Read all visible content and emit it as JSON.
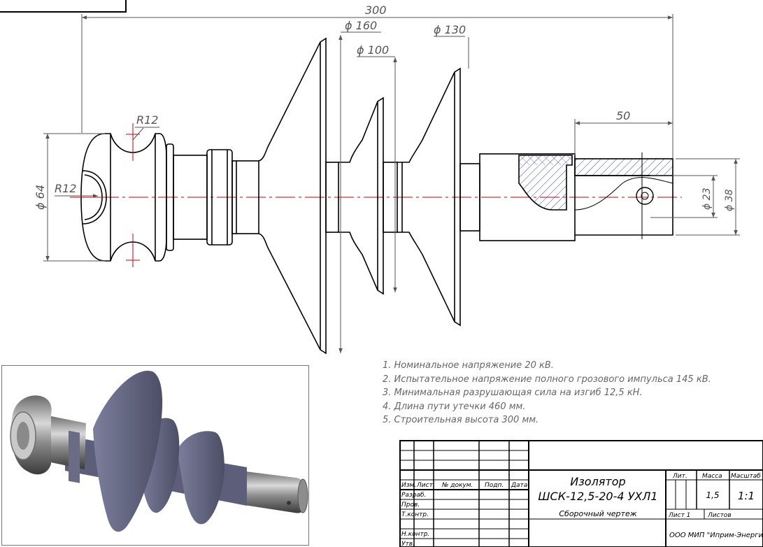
{
  "dimensions": {
    "total_length": "300",
    "d160": "ϕ 160",
    "d130": "ϕ 130",
    "d100": "ϕ 100",
    "r12_top": "R12",
    "r12_left": "R12",
    "d64": "ϕ 64",
    "len50": "50",
    "d23": "ϕ 23",
    "d38": "ϕ 38"
  },
  "notes": [
    "1. Номинальное напряжение 20 кВ.",
    "2. Испытательное напряжение полного грозового импульса 145 кВ.",
    "3. Минимальная разрушающая сила на изгиб 12,5 кН.",
    "4. Длина пути утечки 460 мм.",
    "5. Строительная высота 300 мм."
  ],
  "title_block": {
    "col_izm": "Изм.",
    "col_list": "Лист",
    "col_dokum": "№ докум.",
    "col_podp": "Подп.",
    "col_data": "Дата",
    "row_razrab": "Разраб.",
    "row_prov": "Пров.",
    "row_tkontr": "Т.контр.",
    "row_nkontr": "Н.контр.",
    "row_utv": "Утв.",
    "title_line1": "Изолятор",
    "title_line2": "ШСК-12,5-20-4 УХЛ1",
    "subtitle": "Сборочный чертеж",
    "lit_header": "Лит.",
    "mass_header": "Масса",
    "scale_header": "Масштаб",
    "mass_value": "1,5",
    "scale_value": "1:1",
    "sheet_label": "Лист 1",
    "sheets_label": "Листов",
    "company": "ООО МИП \"Иприм-Энергия\""
  },
  "colors": {
    "line": "#000000",
    "dimension": "#555555",
    "centerline": "#cc0000",
    "hatch": "#3a4aa0",
    "insulator": "#5d5f7a",
    "metal": "#9a9aa0"
  }
}
